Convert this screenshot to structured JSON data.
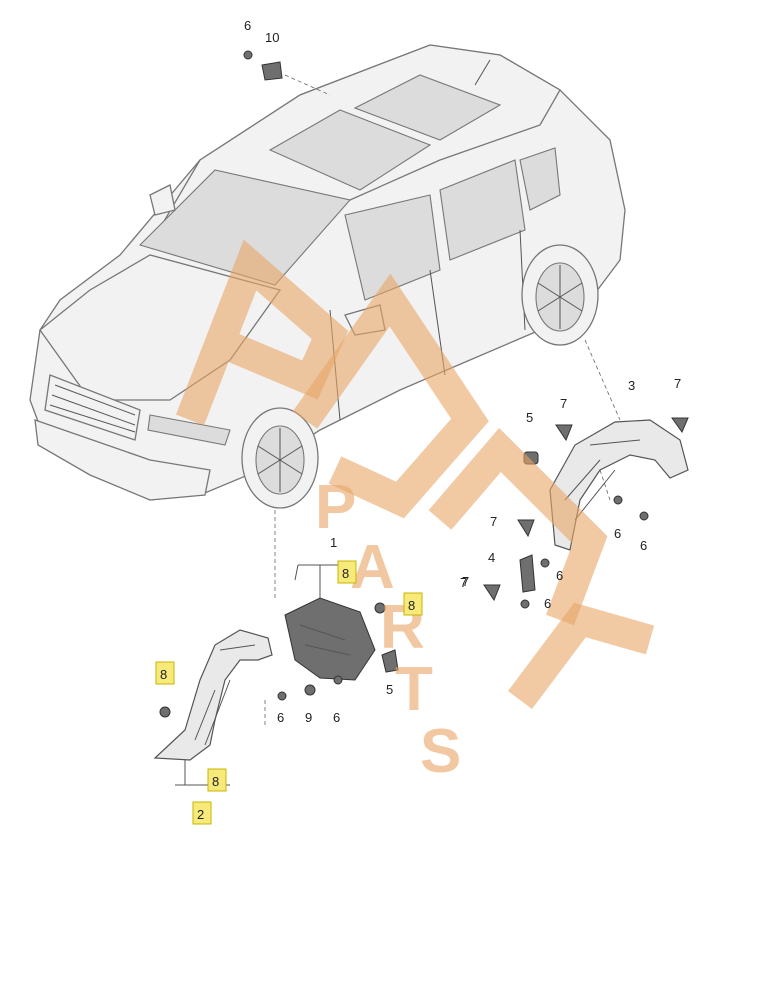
{
  "callouts": [
    {
      "label": "6",
      "highlight": false
    },
    {
      "label": "10",
      "highlight": false
    },
    {
      "label": "3",
      "highlight": false
    },
    {
      "label": "7",
      "highlight": false
    },
    {
      "label": "7",
      "highlight": false
    },
    {
      "label": "5",
      "highlight": false
    },
    {
      "label": "7",
      "highlight": false
    },
    {
      "label": "6",
      "highlight": false
    },
    {
      "label": "6",
      "highlight": false
    },
    {
      "label": "7",
      "highlight": false
    },
    {
      "label": "4",
      "highlight": false
    },
    {
      "label": "6",
      "highlight": false
    },
    {
      "label": "7",
      "highlight": false
    },
    {
      "label": "6",
      "highlight": false
    },
    {
      "label": "1",
      "highlight": false
    },
    {
      "label": "8",
      "highlight": true
    },
    {
      "label": "8",
      "highlight": true
    },
    {
      "label": "8",
      "highlight": true
    },
    {
      "label": "6",
      "highlight": false
    },
    {
      "label": "9",
      "highlight": false
    },
    {
      "label": "6",
      "highlight": false
    },
    {
      "label": "5",
      "highlight": false
    },
    {
      "label": "8",
      "highlight": true
    },
    {
      "label": "2",
      "highlight": true
    }
  ],
  "watermark": {
    "letters": [
      "P",
      "A",
      "R",
      "T",
      "S"
    ],
    "color": "#e8a565"
  }
}
